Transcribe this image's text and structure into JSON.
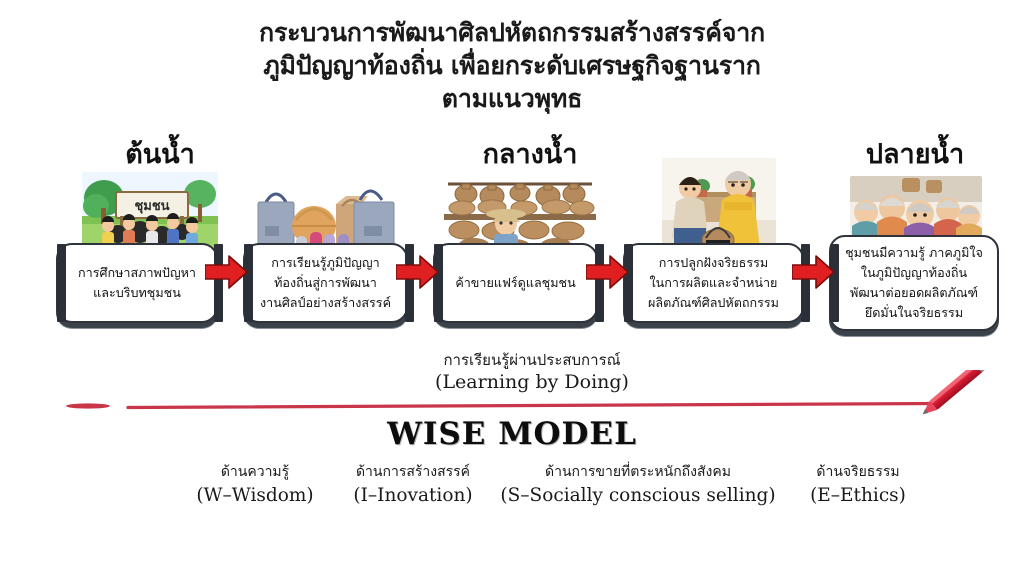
{
  "title": {
    "line1": "กระบวนการพัฒนาศิลปหัตถกรรมสร้างสรรค์จาก",
    "line2": "ภูมิปัญญาท้องถิ่น เพื่อยกระดับเศรษฐกิจฐานราก",
    "line3": "ตามแนวพุทธ"
  },
  "stage_labels": {
    "upstream": "ต้นน้ำ",
    "midstream": "กลางน้ำ",
    "downstream": "ปลายน้ำ"
  },
  "process_steps": [
    {
      "id": "step-1",
      "text": "การศึกษาสภาพปัญหา\nและบริบทชุมชน",
      "image_name": "community-meeting-illustration",
      "image_caption": "ชุมชน"
    },
    {
      "id": "step-2",
      "text": "การเรียนรู้ภูมิปัญญา\nท้องถิ่นสู่การพัฒนา\nงานศิลป์อย่างสร้างสรรค์",
      "image_name": "woven-bags-products-photo"
    },
    {
      "id": "step-3",
      "text": "ค้าขายแฟร์ดูแลชุมชน",
      "image_name": "craft-market-stall-photo"
    },
    {
      "id": "step-4",
      "text": "การปลูกฝังจริยธรรม\nในการผลิตและจำหน่าย\nผลิตภัณฑ์ศิลปหัตถกรรม",
      "image_name": "elder-teaching-weaving-photo"
    },
    {
      "id": "step-5",
      "text": "ชุมชนมีความรู้ ภาคภูมิใจ\nในภูมิปัญญาท้องถิ่น\nพัฒนาต่อยอดผลิตภัณฑ์\nยึดมั่นในจริยธรรม",
      "image_name": "proud-community-group-photo"
    }
  ],
  "learning_caption": {
    "thai": "การเรียนรู้ผ่านประสบการณ์",
    "english": "(Learning by Doing)"
  },
  "model": {
    "name": "WISE MODEL",
    "accent_color": "#d9213c",
    "line_color": "#c9364a"
  },
  "legend": [
    {
      "thai": "ด้านความรู้",
      "english": "(W–Wisdom)"
    },
    {
      "thai": "ด้านการสร้างสรรค์",
      "english": "(I–Inovation)"
    },
    {
      "thai": "ด้านการขายที่ตระหนักถึงสังคม",
      "english": "(S–Socially conscious selling)"
    },
    {
      "thai": "ด้านจริยธรรม",
      "english": "(E–Ethics)"
    }
  ]
}
